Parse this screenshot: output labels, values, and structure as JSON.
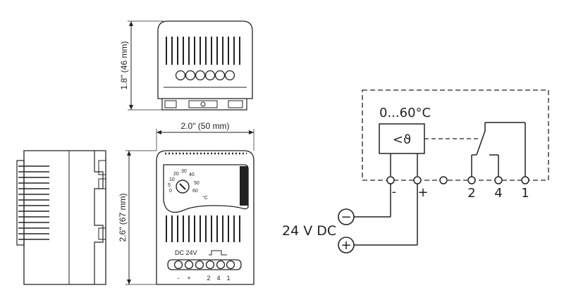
{
  "dimensions": {
    "height": "1.8\" (46 mm)",
    "width": "2.0\" (50 mm)",
    "depth": "2.6\" (67 mm)"
  },
  "dial": {
    "scale_outer": [
      "20",
      "30",
      "40",
      "50",
      "60"
    ],
    "scale_inner": [
      "10",
      "5",
      "0"
    ],
    "unit": "°C"
  },
  "front_panel": {
    "supply_label": "DC 24V",
    "terminal_labels": [
      "-",
      "+",
      "2",
      "4",
      "1"
    ]
  },
  "wiring": {
    "range_label": "0...60°C",
    "sensor_symbol": "<ϑ",
    "terminal_minus": "-",
    "terminal_plus": "+",
    "terminals": [
      "2",
      "4",
      "1"
    ],
    "supply_label": "24 V DC",
    "minus_symbol": "−",
    "plus_symbol": "+"
  }
}
